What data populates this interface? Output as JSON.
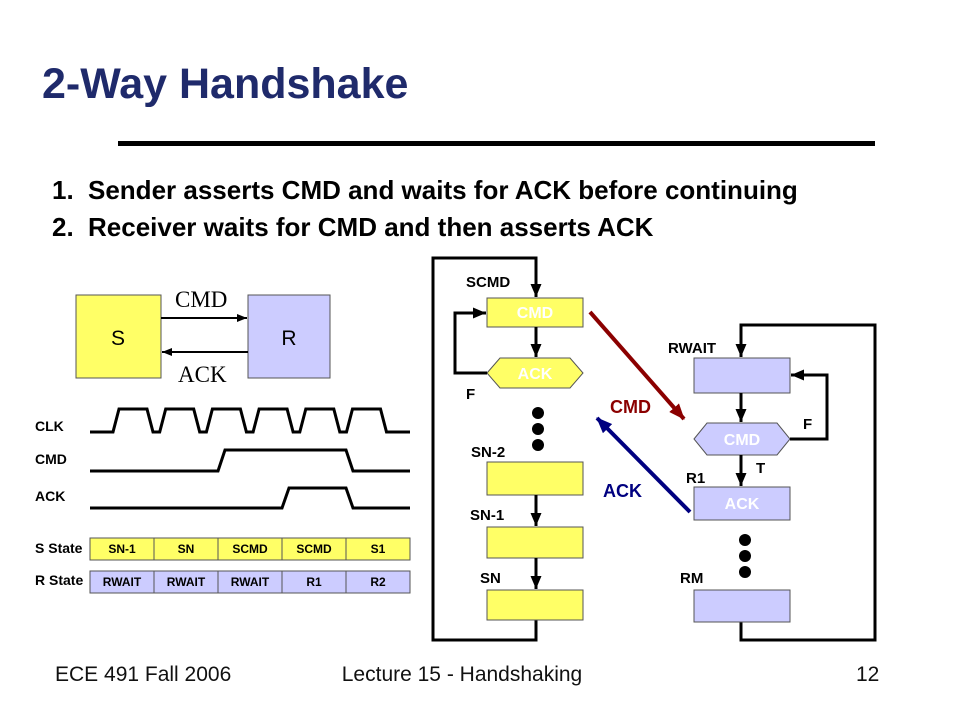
{
  "slide": {
    "title": "2-Way Handshake",
    "bullets": [
      {
        "number": "1.",
        "text": "Sender asserts CMD and waits for ACK before continuing"
      },
      {
        "number": "2.",
        "text": "Receiver waits for CMD and then asserts ACK"
      }
    ]
  },
  "block_diagram": {
    "sender": "S",
    "receiver": "R",
    "cmd": "CMD",
    "ack": "ACK"
  },
  "timing": {
    "signal_labels": [
      "CLK",
      "CMD",
      "ACK"
    ],
    "s_state_label": "S State",
    "r_state_label": "R State",
    "s_states": [
      "SN-1",
      "SN",
      "SCMD",
      "SCMD",
      "S1"
    ],
    "r_states": [
      "RWAIT",
      "RWAIT",
      "RWAIT",
      "R1",
      "R2"
    ],
    "clk_pulses": 6,
    "cmd_levels": [
      0,
      0,
      1,
      1,
      0
    ],
    "ack_levels": [
      0,
      0,
      0,
      1,
      0
    ]
  },
  "sender_fsm": {
    "entry_label": "SCMD",
    "cmd_state": "CMD",
    "ack_state": "ACK",
    "false_label": "F",
    "sn2_label": "SN-2",
    "sn1_label": "SN-1",
    "sn_label": "SN"
  },
  "receiver_fsm": {
    "entry_label": "RWAIT",
    "cmd_state": "CMD",
    "false_label": "F",
    "true_label": "T",
    "r1_label": "R1",
    "ack_state": "ACK",
    "last_label": "RM"
  },
  "handshake": {
    "cmd": "CMD",
    "ack": "ACK"
  },
  "footer": {
    "course": "ECE 491 Fall 2006",
    "lecture": "Lecture 15 - Handshaking",
    "page": "12"
  },
  "colors": {
    "title": "#1f2a6b",
    "sender_state": "#ffff66",
    "receiver_state": "#ccccff",
    "cmd_arrow": "#8b0000",
    "ack_arrow": "#000080"
  }
}
